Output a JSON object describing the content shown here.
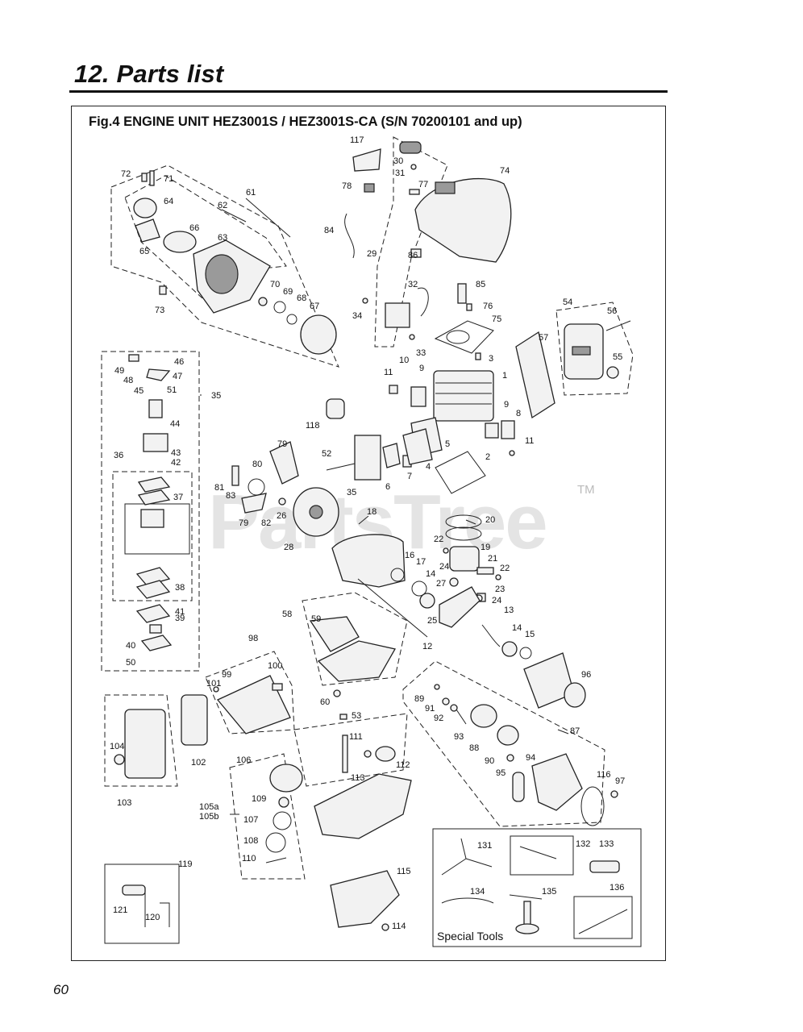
{
  "page": {
    "section_title": "12. Parts list",
    "figure_title": "Fig.4 ENGINE UNIT  HEZ3001S / HEZ3001S-CA  (S/N 70200101 and up)",
    "page_number": "60",
    "watermark": "PartsTree",
    "watermark_tm": "TM"
  },
  "special_tools_label": "Special Tools",
  "callouts": [
    "117",
    "30",
    "31",
    "74",
    "72",
    "71",
    "61",
    "78",
    "77",
    "62",
    "64",
    "66",
    "63",
    "84",
    "29",
    "86",
    "65",
    "32",
    "85",
    "70",
    "69",
    "68",
    "67",
    "76",
    "34",
    "73",
    "75",
    "54",
    "56",
    "33",
    "3",
    "57",
    "55",
    "46",
    "49",
    "48",
    "47",
    "10",
    "9",
    "1",
    "45",
    "51",
    "35",
    "11",
    "118",
    "8",
    "44",
    "9",
    "5",
    "11",
    "36",
    "79",
    "43",
    "42",
    "52",
    "80",
    "4",
    "2",
    "7",
    "37",
    "81",
    "83",
    "6",
    "35",
    "82",
    "26",
    "79",
    "18",
    "20",
    "28",
    "22",
    "19",
    "21",
    "16",
    "22",
    "17",
    "24",
    "14",
    "27",
    "23",
    "24",
    "38",
    "58",
    "39",
    "13",
    "59",
    "25",
    "41",
    "14",
    "40",
    "12",
    "15",
    "50",
    "98",
    "100",
    "99",
    "96",
    "101",
    "89",
    "91",
    "92",
    "60",
    "53",
    "87",
    "93",
    "111",
    "104",
    "88",
    "106",
    "90",
    "94",
    "102",
    "112",
    "113",
    "116",
    "97",
    "103",
    "95",
    "109",
    "105a",
    "105b",
    "107",
    "108",
    "131",
    "132",
    "133",
    "110",
    "119",
    "115",
    "134",
    "135",
    "136",
    "121",
    "120",
    "114"
  ]
}
